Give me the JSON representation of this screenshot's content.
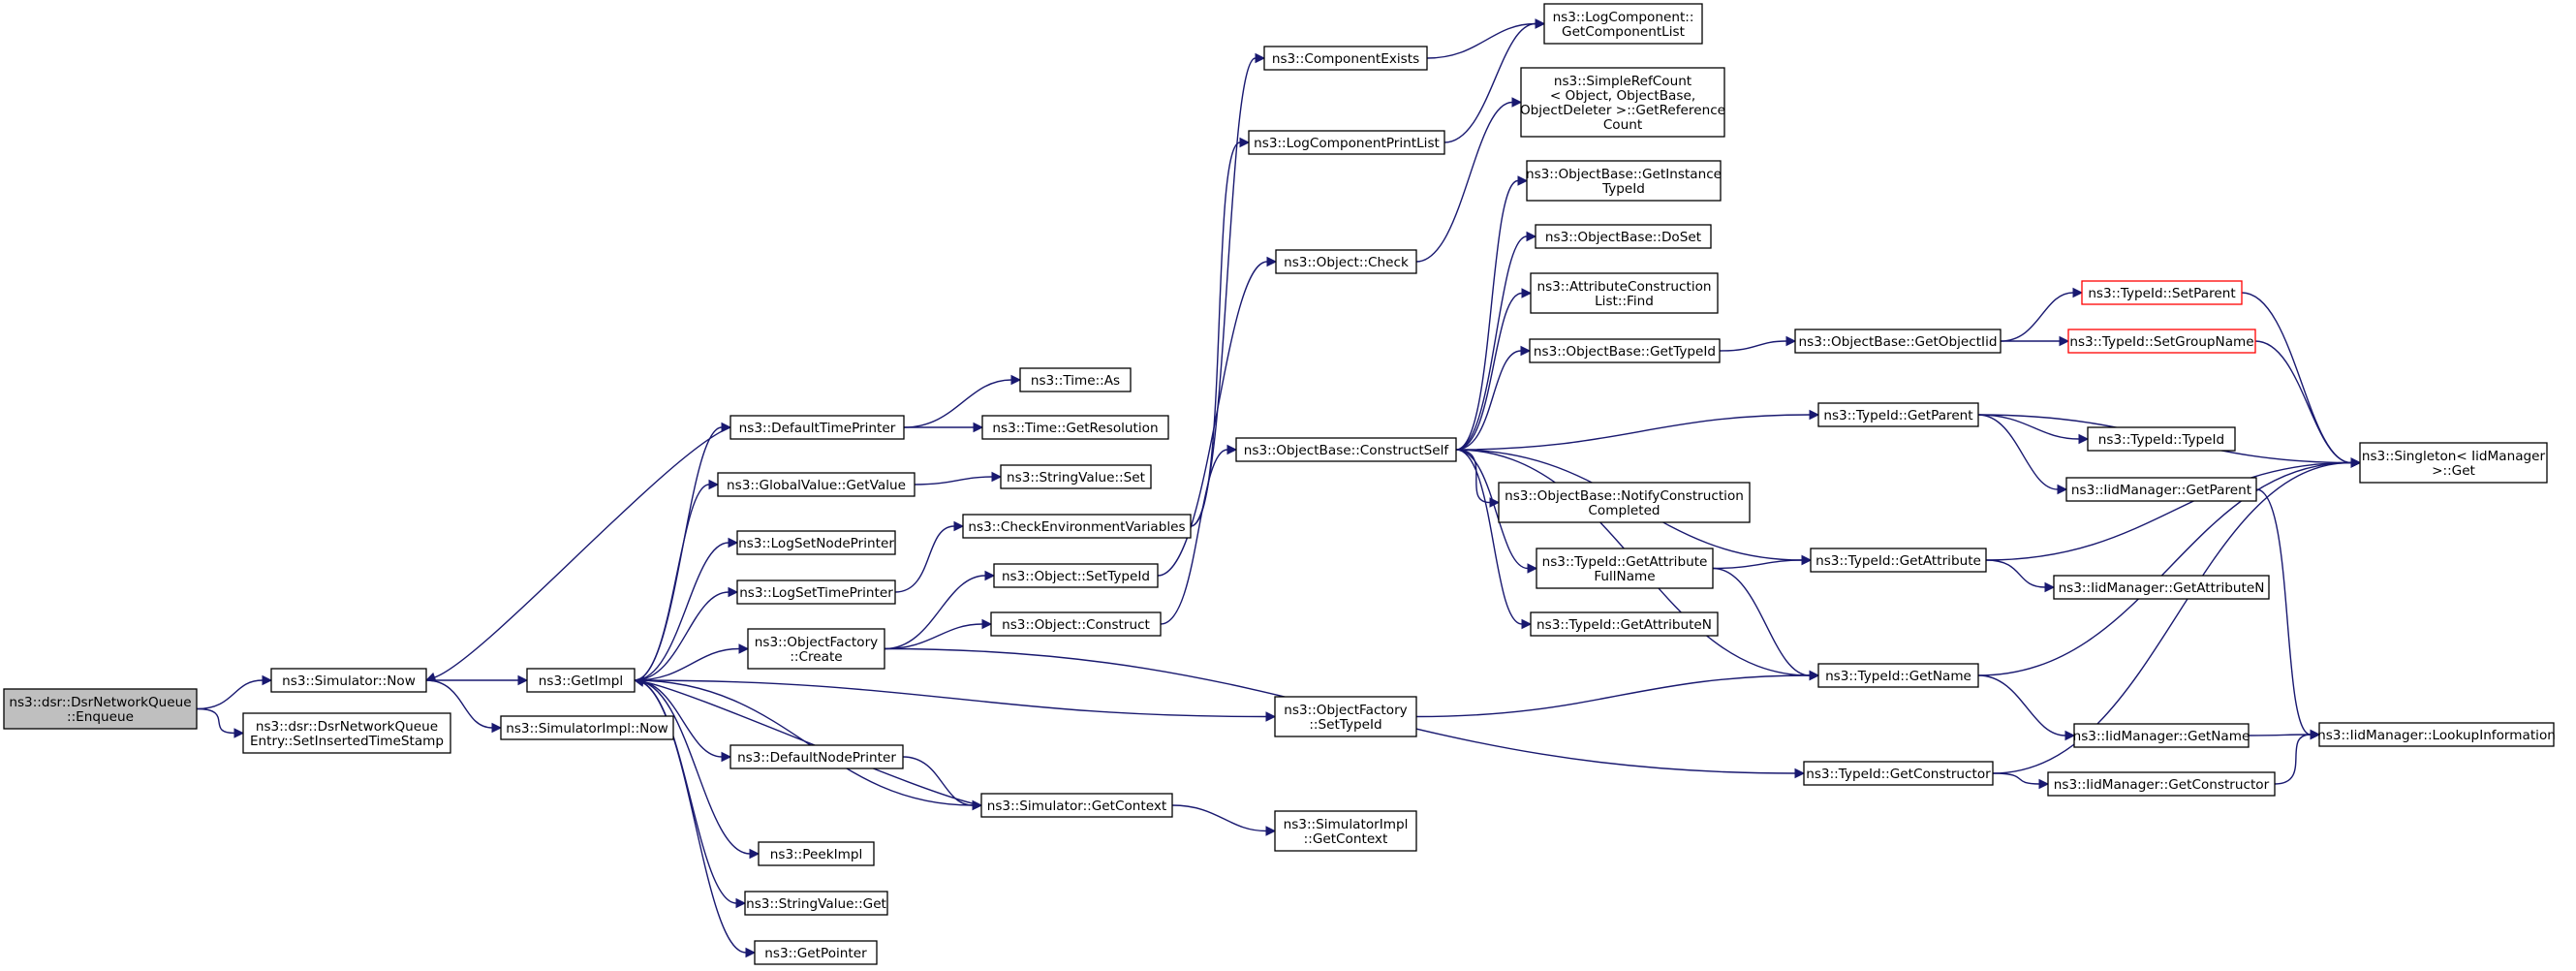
{
  "nodes": {
    "enqueue": [
      "ns3::dsr::DsrNetworkQueue",
      "::Enqueue"
    ],
    "sim_now": [
      "ns3::Simulator::Now"
    ],
    "set_ins": [
      "ns3::dsr::DsrNetworkQueue",
      "Entry::SetInsertedTimeStamp"
    ],
    "getimpl": [
      "ns3::GetImpl"
    ],
    "simimpl_now": [
      "ns3::SimulatorImpl::Now"
    ],
    "def_time": [
      "ns3::DefaultTimePrinter"
    ],
    "gv_get": [
      "ns3::GlobalValue::GetValue"
    ],
    "log_node": [
      "ns3::LogSetNodePrinter"
    ],
    "log_time": [
      "ns3::LogSetTimePrinter"
    ],
    "of_create": [
      "ns3::ObjectFactory",
      "::Create"
    ],
    "def_node": [
      "ns3::DefaultNodePrinter"
    ],
    "peek": [
      "ns3::PeekImpl"
    ],
    "sv_get": [
      "ns3::StringValue::Get"
    ],
    "getptr": [
      "ns3::GetPointer"
    ],
    "time_as": [
      "ns3::Time::As"
    ],
    "time_res": [
      "ns3::Time::GetResolution"
    ],
    "sv_set": [
      "ns3::StringValue::Set"
    ],
    "check_env": [
      "ns3::CheckEnvironmentVariables"
    ],
    "obj_settid": [
      "ns3::Object::SetTypeId"
    ],
    "obj_construct": [
      "ns3::Object::Construct"
    ],
    "sim_getctx": [
      "ns3::Simulator::GetContext"
    ],
    "simimpl_getctx": [
      "ns3::SimulatorImpl",
      "::GetContext"
    ],
    "of_settid": [
      "ns3::ObjectFactory",
      "::SetTypeId"
    ],
    "comp_exists": [
      "ns3::ComponentExists"
    ],
    "log_print": [
      "ns3::LogComponentPrintList"
    ],
    "obj_check": [
      "ns3::Object::Check"
    ],
    "ob_cs": [
      "ns3::ObjectBase::ConstructSelf"
    ],
    "lc_getlist": [
      "ns3::LogComponent::",
      "GetComponentList"
    ],
    "src_getref": [
      "ns3::SimpleRefCount",
      "< Object, ObjectBase,",
      "ObjectDeleter >::GetReference",
      "Count"
    ],
    "ob_getinst": [
      "ns3::ObjectBase::GetInstance",
      "TypeId"
    ],
    "ob_doset": [
      "ns3::ObjectBase::DoSet"
    ],
    "acl_find": [
      "ns3::AttributeConstruction",
      "List::Find"
    ],
    "ob_gettid": [
      "ns3::ObjectBase::GetTypeId"
    ],
    "ob_notify": [
      "ns3::ObjectBase::NotifyConstruction",
      "Completed"
    ],
    "tid_getattrfull": [
      "ns3::TypeId::GetAttribute",
      "FullName"
    ],
    "tid_getattrn": [
      "ns3::TypeId::GetAttributeN"
    ],
    "ob_getobjtid": [
      "ns3::ObjectBase::GetObjectIid"
    ],
    "tid_getparent": [
      "ns3::TypeId::GetParent"
    ],
    "tid_getattr": [
      "ns3::TypeId::GetAttribute"
    ],
    "tid_getname": [
      "ns3::TypeId::GetName"
    ],
    "tid_getctor": [
      "ns3::TypeId::GetConstructor"
    ],
    "tid_setparent": [
      "ns3::TypeId::SetParent"
    ],
    "tid_setgroup": [
      "ns3::TypeId::SetGroupName"
    ],
    "tid_tid": [
      "ns3::TypeId::TypeId"
    ],
    "iid_getparent": [
      "ns3::IidManager::GetParent"
    ],
    "iid_getattrn": [
      "ns3::IidManager::GetAttributeN"
    ],
    "iid_getname": [
      "ns3::IidManager::GetName"
    ],
    "iid_getctor": [
      "ns3::IidManager::GetConstructor"
    ],
    "singleton_get": [
      "ns3::Singleton< IidManager",
      ">::Get"
    ],
    "iid_lookup": [
      "ns3::IidManager::LookupInformation"
    ]
  },
  "colors": {
    "edge": "#191970",
    "root_fill": "#bfbfbf",
    "node_border": "#000000",
    "highlight_border": "#ff0000"
  }
}
